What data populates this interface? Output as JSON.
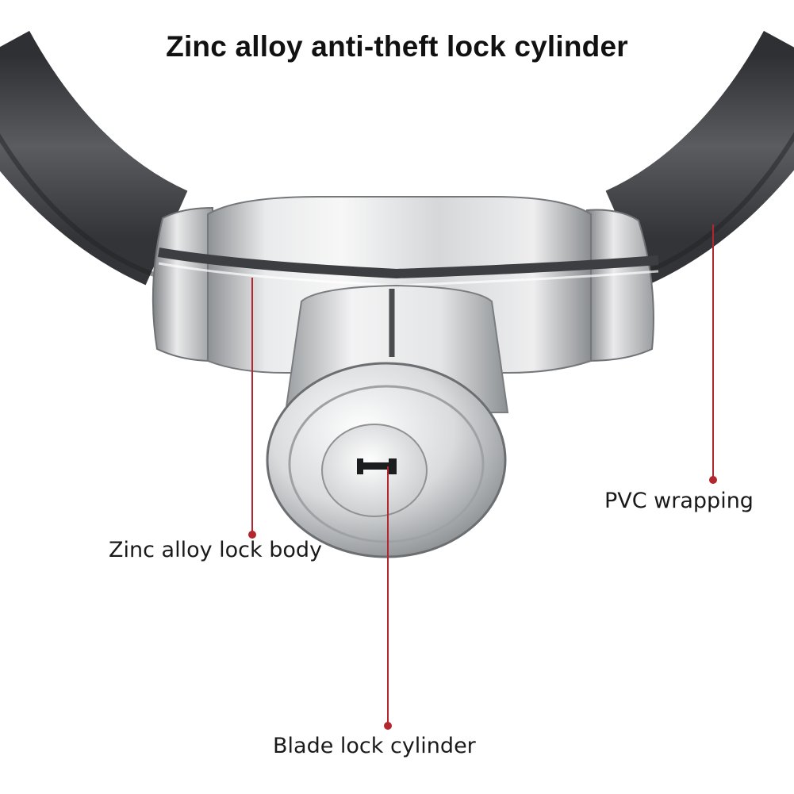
{
  "title": "Zinc alloy anti-theft lock cylinder",
  "callouts": {
    "lock_body": "Zinc alloy lock body",
    "pvc": "PVC wrapping",
    "blade": "Blade lock cylinder"
  },
  "colors": {
    "callout_line": "#b3262e",
    "cable": "#4a4c4f",
    "metal": "#c9cbcd"
  }
}
